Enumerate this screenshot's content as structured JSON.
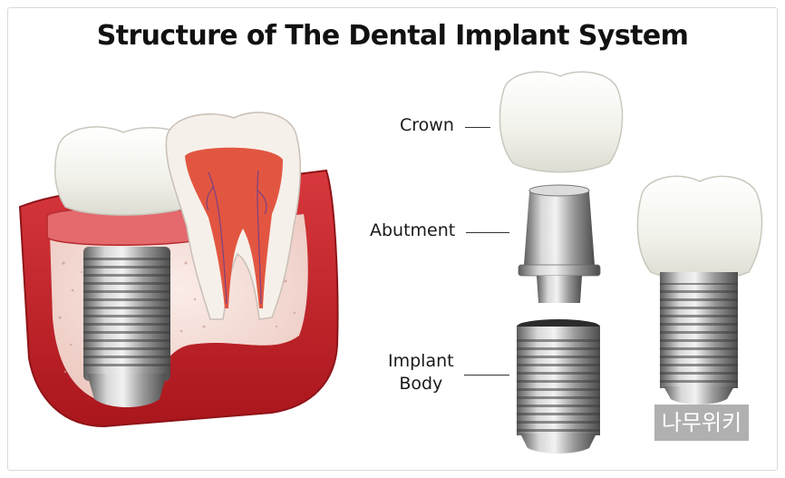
{
  "title": "Structure of The Dental Implant System",
  "labels": {
    "crown": "Crown",
    "abutment": "Abutment",
    "implant_line1": "Implant",
    "implant_line2": "Body"
  },
  "watermark": "나무위키",
  "colors": {
    "gum": "#c2272d",
    "gum_dark": "#8e1418",
    "crown": "#f4f4ee",
    "metal": "#9a9a9a",
    "bone": "#f1d9d3",
    "pulp": "#e0452f"
  }
}
